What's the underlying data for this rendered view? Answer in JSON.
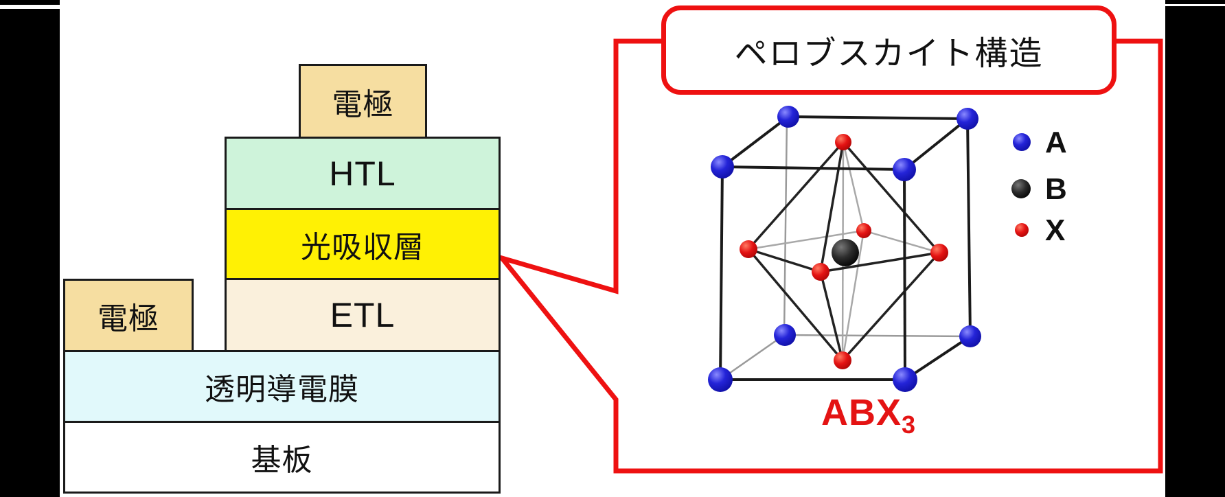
{
  "scene": {
    "description": "Perovskite solar cell layer diagram with callout to perovskite crystal structure",
    "background_color": "#ffffff",
    "letterbox_color": "#000000"
  },
  "device_stack": {
    "border_color": "#1a1a1a",
    "layers": [
      {
        "name": "top-electrode",
        "label": "電極",
        "fill": "#f6dea1"
      },
      {
        "name": "htl",
        "label": "HTL",
        "fill": "#cef3da"
      },
      {
        "name": "light-absorber",
        "label": "光吸収層",
        "fill": "#fff104"
      },
      {
        "name": "etl",
        "label": "ETL",
        "fill": "#faf0dc"
      },
      {
        "name": "left-electrode",
        "label": "電極",
        "fill": "#f6dea1"
      },
      {
        "name": "transparent-conductive-film",
        "label": "透明導電膜",
        "fill": "#e1f9fb"
      },
      {
        "name": "substrate",
        "label": "基板",
        "fill": "#ffffff"
      }
    ]
  },
  "callout": {
    "frame_color": "#ee1111",
    "title": "ペロブスカイト構造",
    "formula_base": "ABX",
    "formula_subscript": "3",
    "legend": [
      {
        "label": "A",
        "color": "#2424d8",
        "site": "cube corner"
      },
      {
        "label": "B",
        "color": "#2b2b2b",
        "site": "body center"
      },
      {
        "label": "X",
        "color": "#e41313",
        "site": "face center"
      }
    ]
  }
}
